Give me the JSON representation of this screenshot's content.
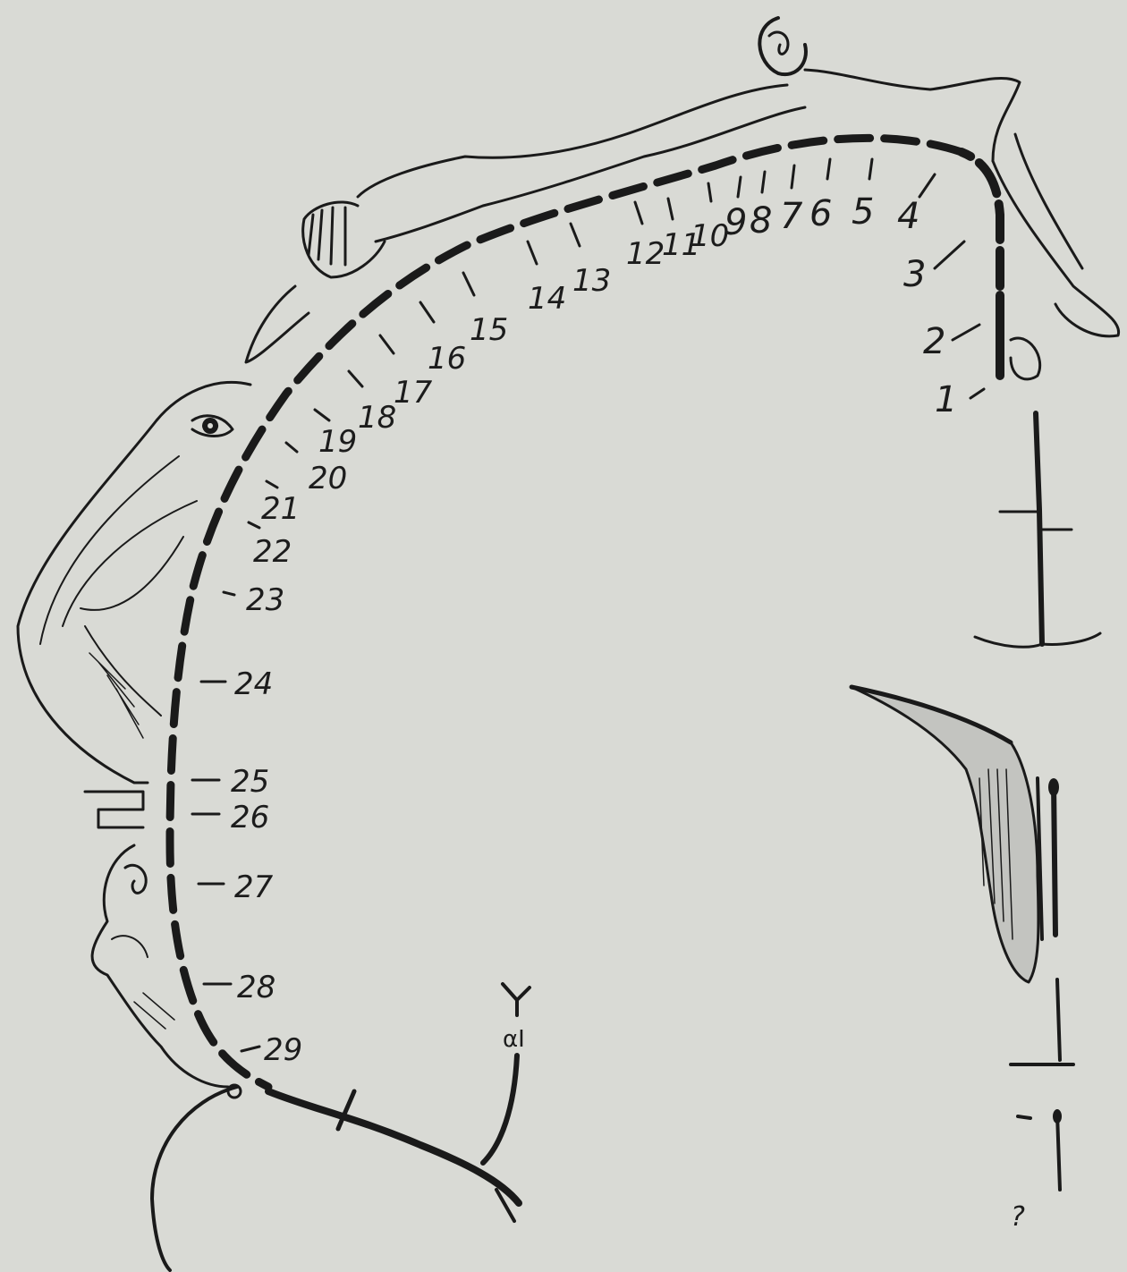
{
  "figure": {
    "labels": [
      "1",
      "2",
      "3",
      "4",
      "5",
      "6",
      "7",
      "8",
      "9",
      "10",
      "11",
      "12",
      "13",
      "14",
      "15",
      "16",
      "17",
      "18",
      "19",
      "20",
      "21",
      "22",
      "23",
      "24",
      "25",
      "26",
      "27",
      "28",
      "29"
    ],
    "side_mark": "αI",
    "bottom_mark": "?"
  }
}
